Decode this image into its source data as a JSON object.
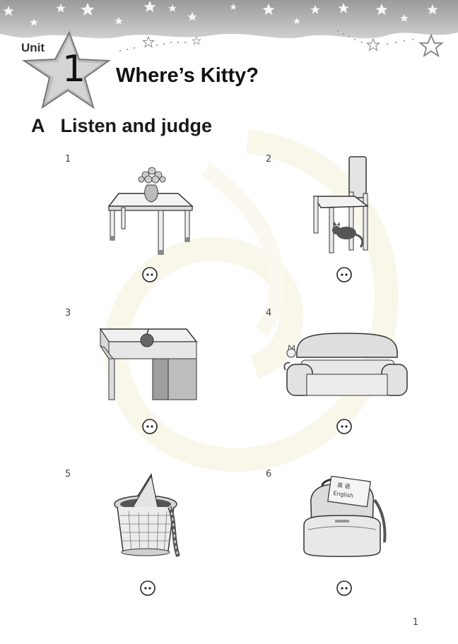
{
  "header": {
    "unit_label": "Unit",
    "unit_number": "1",
    "title": "Where’s Kitty?"
  },
  "section": {
    "letter": "A",
    "title": "Listen and judge"
  },
  "items": [
    {
      "number": "1",
      "picture": "table-with-flower-vase",
      "answer_icon": "face-icon"
    },
    {
      "number": "2",
      "picture": "chair-with-cat-underneath",
      "answer_icon": "face-icon"
    },
    {
      "number": "3",
      "picture": "desk-with-apple",
      "answer_icon": "face-icon"
    },
    {
      "number": "4",
      "picture": "sofa-with-cat-behind",
      "answer_icon": "face-icon"
    },
    {
      "number": "5",
      "picture": "basket-with-hat-and-scarf",
      "answer_icon": "face-icon"
    },
    {
      "number": "6",
      "picture": "schoolbag-with-book",
      "answer_icon": "face-icon"
    }
  ],
  "book_label_cn": "英 语",
  "book_label_en": "English",
  "page_number": "1"
}
